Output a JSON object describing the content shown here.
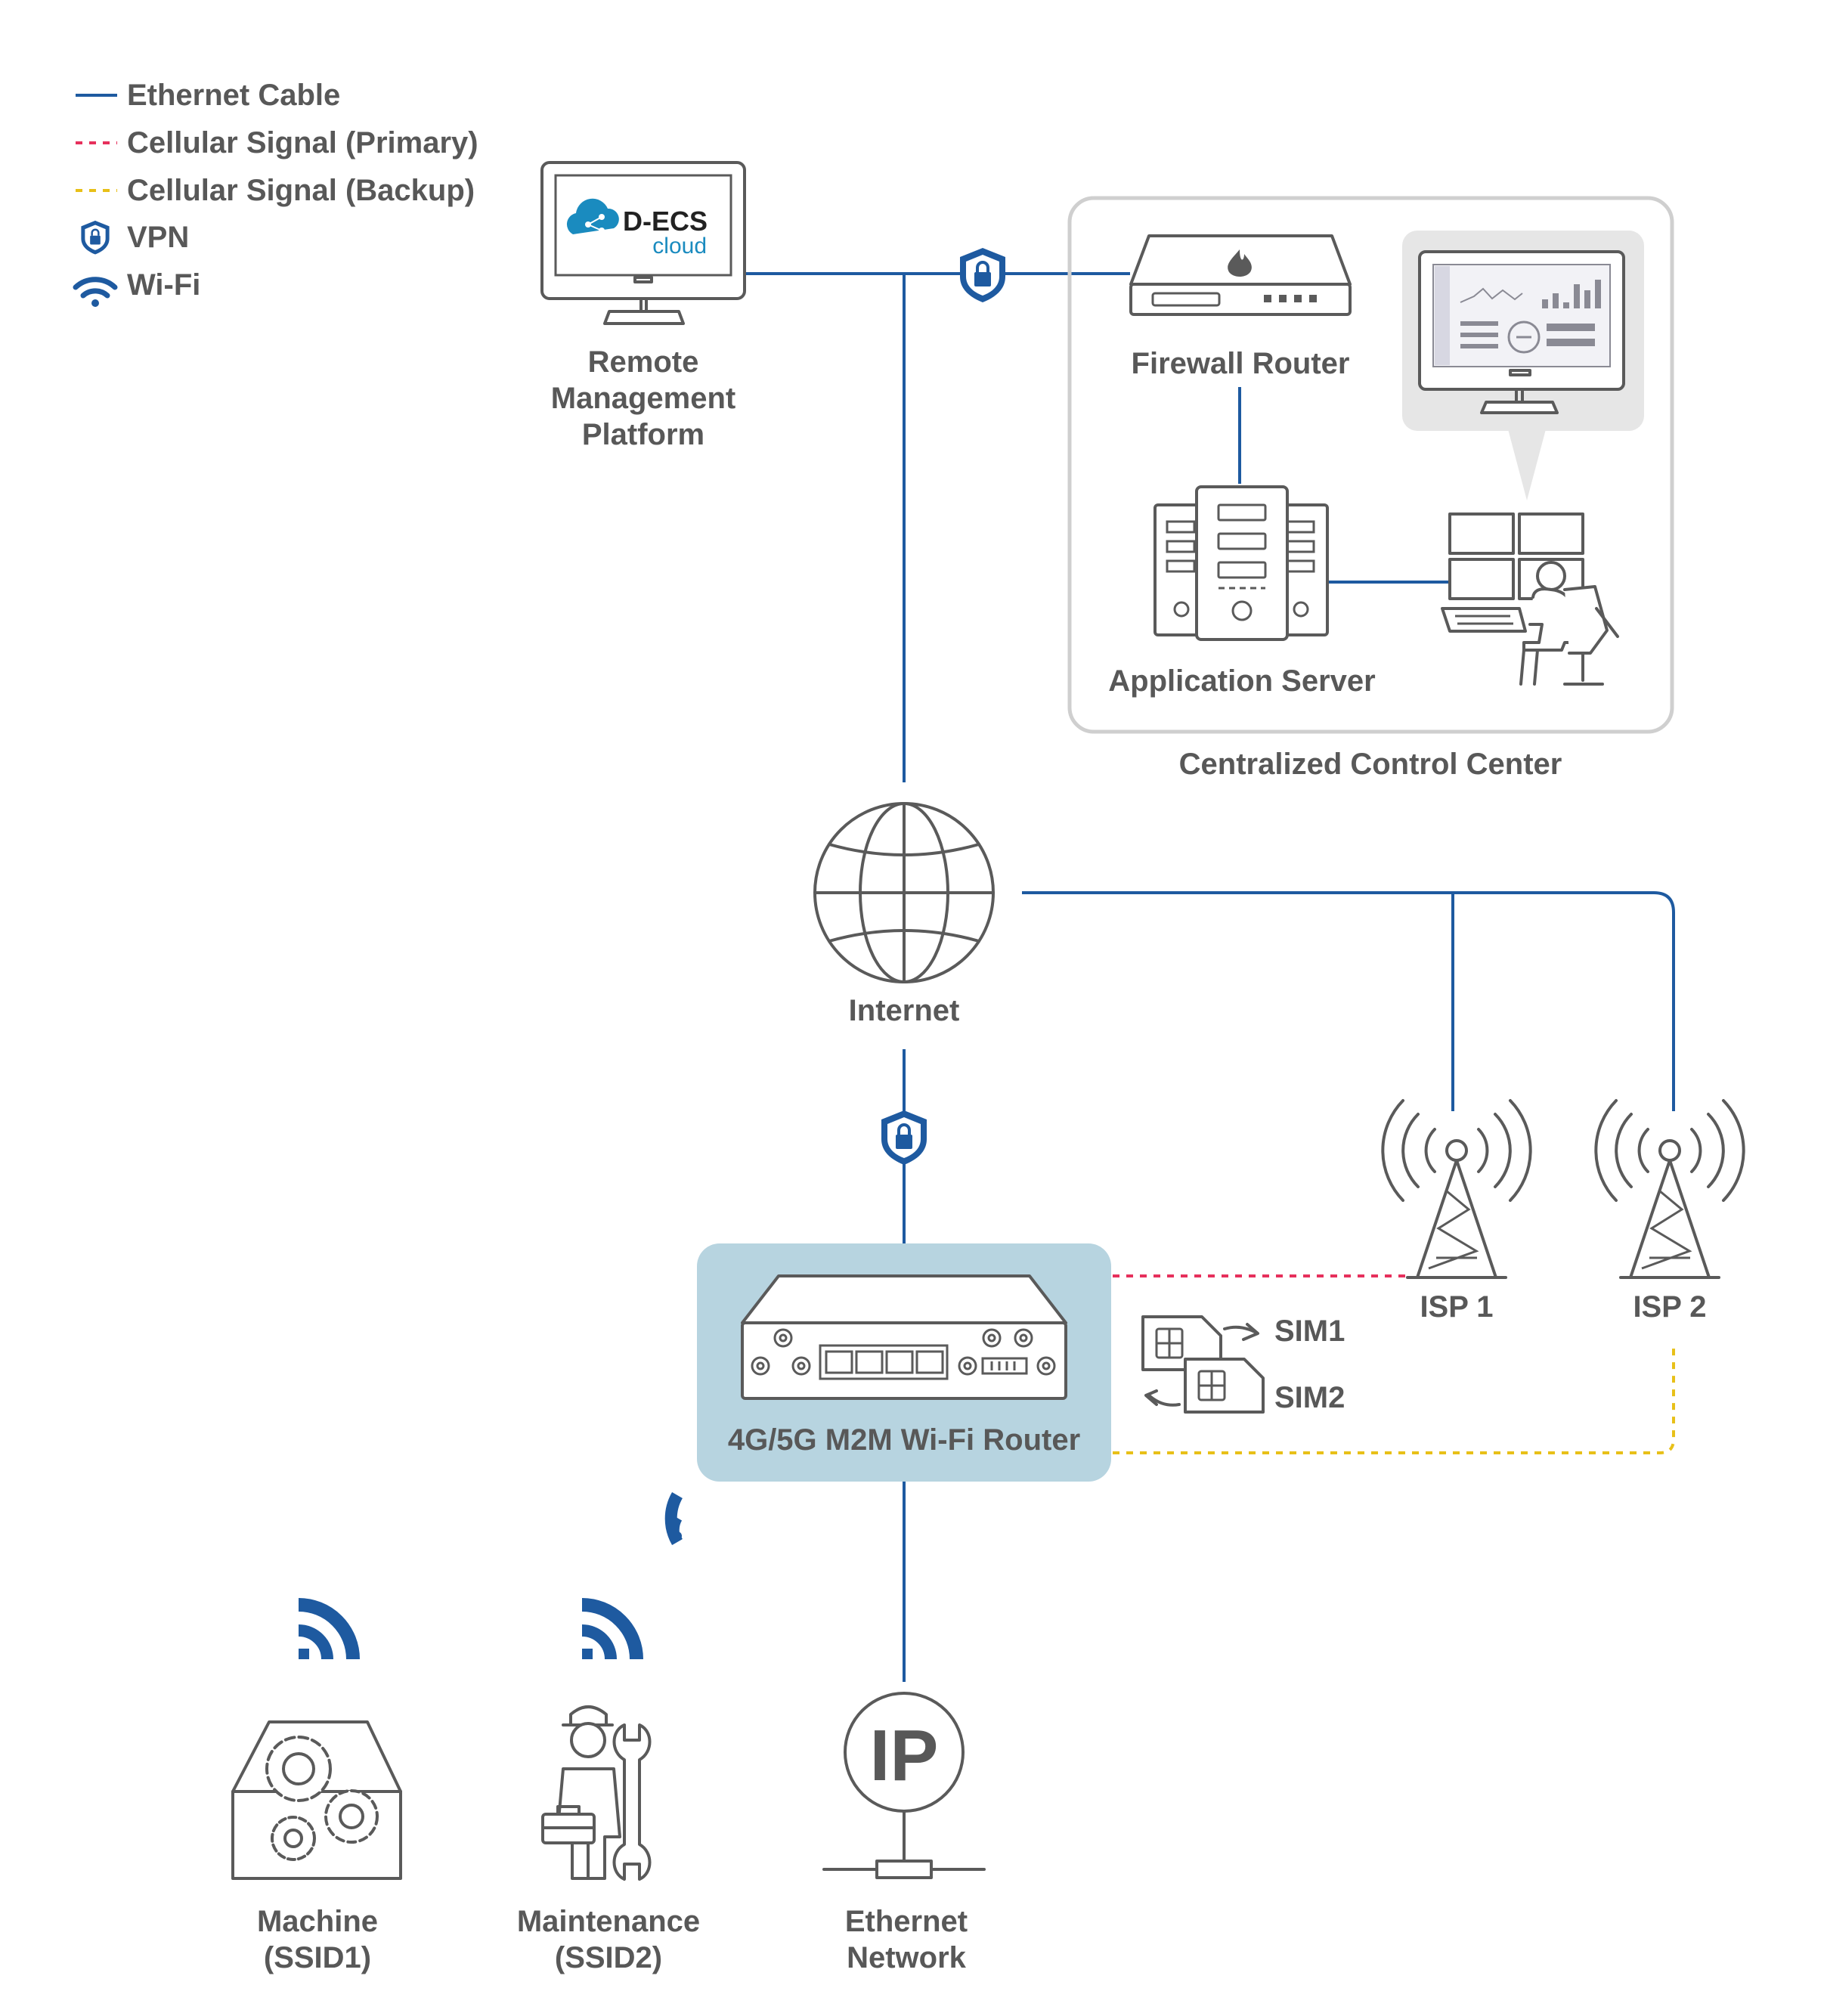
{
  "legend": {
    "items": [
      {
        "label": "Ethernet Cable",
        "style": "solid",
        "color": "#1e5aa0"
      },
      {
        "label": "Cellular Signal (Primary)",
        "style": "dashed",
        "color": "#e6305c"
      },
      {
        "label": "Cellular Signal (Backup)",
        "style": "dashed",
        "color": "#e8c018"
      },
      {
        "label": "VPN",
        "icon": "vpn-shield-icon",
        "color": "#1e5aa0"
      },
      {
        "label": "Wi-Fi",
        "icon": "wifi-icon",
        "color": "#1e5aa0"
      }
    ]
  },
  "nodes": {
    "remote_platform": {
      "line1": "Remote",
      "line2": "Management",
      "line3": "Platform",
      "logo_main": "D-ECS",
      "logo_sub": "cloud"
    },
    "firewall": {
      "label": "Firewall Router"
    },
    "app_server": {
      "label": "Application Server"
    },
    "control_center": {
      "label": "Centralized Control Center"
    },
    "internet": {
      "label": "Internet"
    },
    "isp1": {
      "label": "ISP 1"
    },
    "isp2": {
      "label": "ISP 2"
    },
    "router": {
      "label": "4G/5G M2M Wi-Fi Router"
    },
    "sim1": {
      "label": "SIM1"
    },
    "sim2": {
      "label": "SIM2"
    },
    "machine": {
      "line1": "Machine",
      "line2": "(SSID1)"
    },
    "maintenance": {
      "line1": "Maintenance",
      "line2": "(SSID2)"
    },
    "ethernet_network": {
      "line1": "Ethernet",
      "line2": "Network",
      "badge": "IP"
    }
  },
  "colors": {
    "ethernet": "#1e5aa0",
    "primary": "#e6305c",
    "backup": "#e8c018",
    "router_box": "#b7d4e0",
    "device_stroke": "#5a5a5a",
    "label": "#585858",
    "logo_blue": "#1a8bbf"
  }
}
